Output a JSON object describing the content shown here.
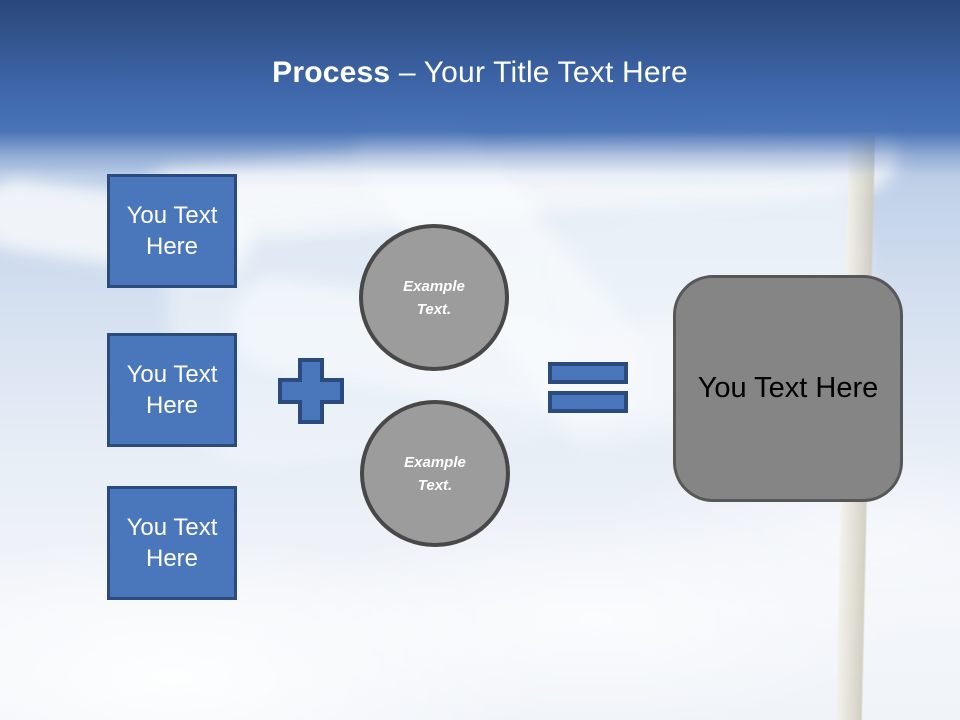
{
  "slide": {
    "title": {
      "emphasis": "Process",
      "separator": "–",
      "rest": "Your Title Text Here"
    },
    "inputs": [
      {
        "label": "You Text Here"
      },
      {
        "label": "You Text Here"
      },
      {
        "label": "You Text Here"
      }
    ],
    "steps": [
      {
        "label": "Example Text."
      },
      {
        "label": "Example Text."
      }
    ],
    "operators": [
      {
        "icon": "plus-icon"
      },
      {
        "icon": "equals-icon"
      }
    ],
    "result": {
      "label": "You Text Here"
    },
    "colors": {
      "accent_blue": "#4A77BB",
      "accent_blue_border": "#2B4B7F",
      "banner_navy_top": "#294678",
      "banner_blue_bottom": "#446FB3",
      "circle_gray": "#9C9C9C",
      "circle_border_gray": "#484848",
      "result_gray": "#858585",
      "title_text": "#FFFFFF",
      "result_text": "#000000"
    }
  }
}
